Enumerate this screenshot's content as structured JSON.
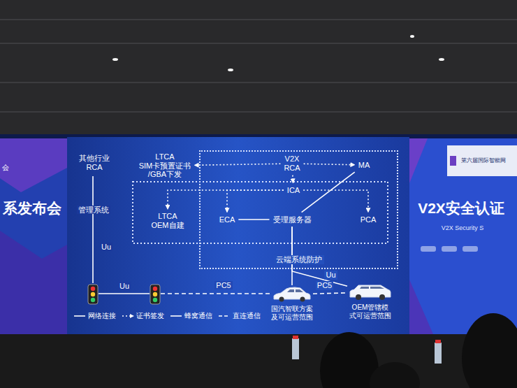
{
  "diagram": {
    "nodes": [
      {
        "text": [
          "其他行业 RCA"
        ]
      },
      {
        "text": [
          "LTCA SIM卡预置证书 /GBA下发"
        ]
      },
      {
        "text": [
          "云端系统防护"
        ]
      },
      {
        "text": [
          "V2X RCA"
        ],
        "in": 2
      },
      {
        "text": [
          "MA"
        ],
        "in": 2
      },
      {
        "text": [
          "ICA"
        ],
        "in": 2
      },
      {
        "text": [
          "LTCA OEM自建"
        ]
      },
      {
        "text": [
          "ECA"
        ],
        "in": 2
      },
      {
        "text": [
          "受理服务器"
        ],
        "in": 2
      },
      {
        "text": [
          "PCA"
        ],
        "in": 2
      },
      {
        "text": [
          "国汽智联方案 及可运营范围"
        ]
      },
      {
        "text": [
          "OEM管辖模 式可运营范围"
        ]
      }
    ],
    "edges": [
      {
        "from": 3,
        "to": 1,
        "arrow": "to"
      },
      {
        "from": 3,
        "to": 4,
        "arrow": "to"
      },
      {
        "from": 3,
        "to": 5,
        "arrow": "to"
      },
      {
        "from": 5,
        "to": 6,
        "arrow": "to"
      },
      {
        "from": 5,
        "to": 7,
        "arrow": "to"
      },
      {
        "from": 5,
        "to": 9,
        "arrow": "to"
      },
      {
        "from": 7,
        "to": 8,
        "arrow": "none"
      },
      {
        "from": 4,
        "to": 8,
        "arrow": "none"
      },
      {
        "from": 8,
        "to": 10,
        "arrow": "none"
      },
      {
        "from": 8,
        "to": 11,
        "label": "Uu",
        "arrow": "none"
      },
      {
        "from": 10,
        "to": 11,
        "label": "PC5",
        "arrow": "none"
      }
    ],
    "labels": [
      "会",
      "系发布会",
      "第六届国际智能网",
      "V2X安全认证",
      "V2X Security S",
      "管理系统",
      "Uu",
      "Uu",
      "PC5"
    ],
    "legend": [
      {
        "text": "网络连接"
      },
      {
        "text": "证书签发"
      },
      {
        "text": "蜂窝通信"
      },
      {
        "text": "直连通信"
      }
    ]
  }
}
